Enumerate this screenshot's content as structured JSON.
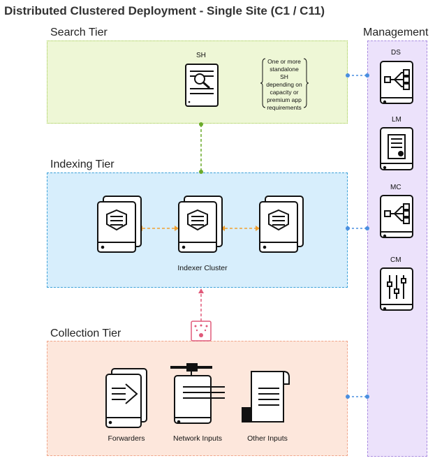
{
  "title": "Distributed Clustered Deployment - Single Site (C1 / C11)",
  "tiers": {
    "search": "Search Tier",
    "indexing": "Indexing Tier",
    "collection": "Collection Tier",
    "management": "Management"
  },
  "search_tier": {
    "sh_label": "SH",
    "note": "One or more standalone SH depending on capacity or premium app requirements"
  },
  "indexing_tier": {
    "caption": "Indexer Cluster"
  },
  "collection_tier": {
    "forwarders": "Forwarders",
    "network_inputs": "Network Inputs",
    "other_inputs": "Other Inputs"
  },
  "management_tier": {
    "ds": "DS",
    "lm": "LM",
    "mc": "MC",
    "cm": "CM"
  },
  "colors": {
    "search_fill": "#eef7d6",
    "search_border": "#9fc94a",
    "index_fill": "#d7eefc",
    "index_border": "#3aa0d8",
    "collection_fill": "#fde7dc",
    "collection_border": "#f0a58a",
    "management_fill": "#ece2fb",
    "management_border": "#a98be0",
    "green_link": "#6aaa2a",
    "orange_link": "#f0a030",
    "blue_link": "#4a8fe0",
    "pink_link": "#e05a7a"
  }
}
